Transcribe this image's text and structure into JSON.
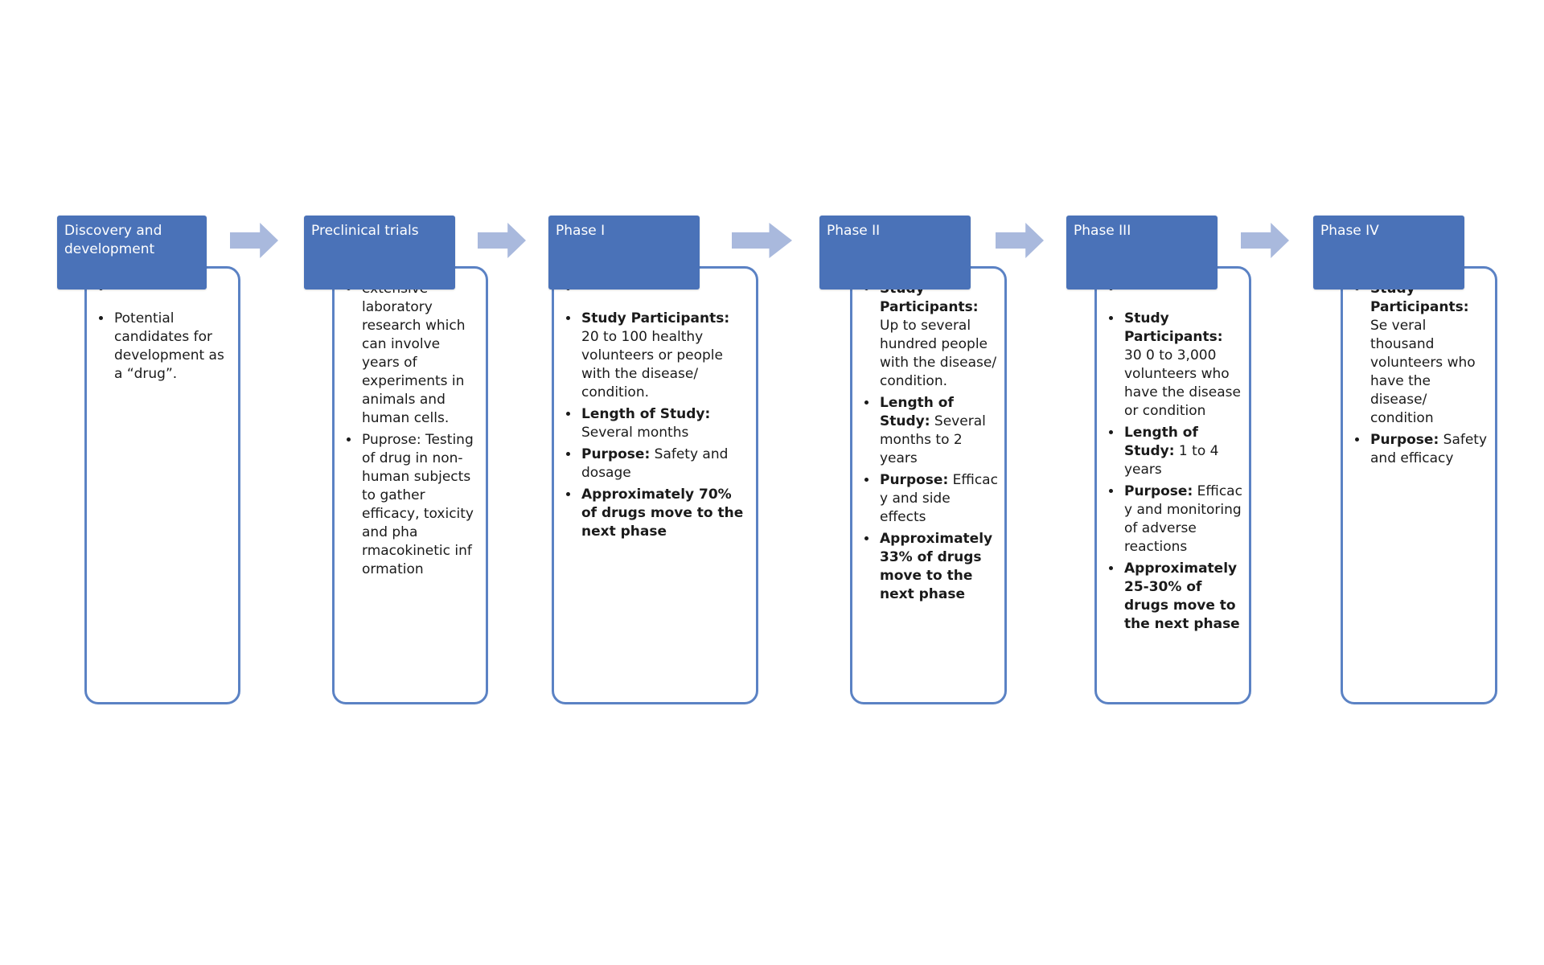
{
  "colors": {
    "header_fill": "#4a72b8",
    "card_border": "#5b82c4",
    "arrow_fill": "#a9b9dd"
  },
  "steps": [
    {
      "title": "Discovery and development",
      "bullets": [
        {
          "bold": "",
          "text": ""
        },
        {
          "bold": "",
          "text": "Potential candidates for development as a “drug”."
        }
      ]
    },
    {
      "title": "Preclinical trials",
      "bullets": [
        {
          "bold": "",
          "text": "extensive laboratory research which can involve years of experiments in animals and human cells."
        },
        {
          "bold": "",
          "text": "Puprose: Testing of drug in non-human subjects to gather efficacy, toxicity and pha rmacokinetic inf ormation"
        }
      ]
    },
    {
      "title": "Phase I",
      "bullets": [
        {
          "bold": "",
          "text": ""
        },
        {
          "bold": "Study Participants:",
          "text": " 20 to 100 healthy volunteers or people with the disease/ condition."
        },
        {
          "bold": "Length of Study:",
          "text": " Several months"
        },
        {
          "bold": "Purpose:",
          "text": " Safety and dosage"
        },
        {
          "bold": "Approximately 70% of drugs move to the next phase",
          "text": ""
        }
      ]
    },
    {
      "title": "Phase II",
      "bullets": [
        {
          "bold": "Study Participants:",
          "text": " Up to several hundred people with the disease/ condition."
        },
        {
          "bold": "Length of Study:",
          "text": " Several months to 2 years"
        },
        {
          "bold": "Purpose:",
          "text": " Efficac y and side effects"
        },
        {
          "bold": "Approximately 33% of drugs move to the next phase",
          "text": ""
        }
      ]
    },
    {
      "title": "Phase III",
      "bullets": [
        {
          "bold": "",
          "text": ""
        },
        {
          "bold": "Study Participants:",
          "text": " 30 0 to 3,000 volunteers who have the disease or condition"
        },
        {
          "bold": "Length of Study:",
          "text": " 1 to 4 years"
        },
        {
          "bold": "Purpose:",
          "text": " Efficac y and monitoring of adverse reactions"
        },
        {
          "bold": "Approximately 25-30% of drugs move to the next phase",
          "text": ""
        }
      ]
    },
    {
      "title": "Phase IV",
      "bullets": [
        {
          "bold": "Study Participants:",
          "text": " Se veral thousand volunteers who have the disease/ condition"
        },
        {
          "bold": "Purpose:",
          "text": " Safety and efficacy"
        }
      ]
    }
  ]
}
